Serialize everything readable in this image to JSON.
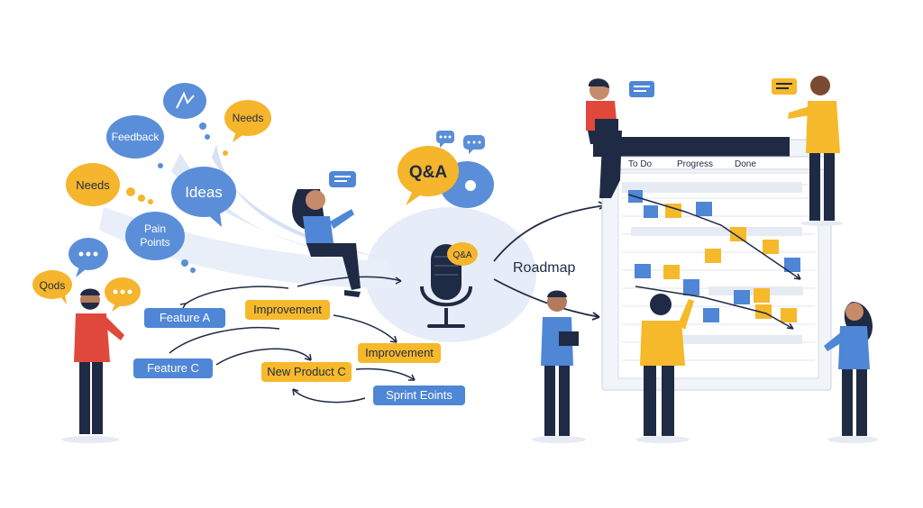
{
  "bubbles": {
    "feedback": "Feedback",
    "needs_top": "Needs",
    "needs_left": "Needs",
    "ideas": "Ideas",
    "pain_points_line1": "Pain",
    "pain_points_line2": "Points",
    "qods": "Qods",
    "qa_large": "Q&A",
    "qa_mic": "Q&A"
  },
  "tags": {
    "feature_a": "Feature A",
    "improvement_1": "Improvement",
    "feature_c": "Feature C",
    "improvement_2": "Improvement",
    "new_product_c": "New Product C",
    "sprint_points": "Sprint Eoints"
  },
  "roadmap_label": "Roadmap",
  "board": {
    "columns": [
      "To Do",
      "Progress",
      "Done"
    ]
  },
  "colors": {
    "blue_tag": "#4f86d6",
    "yellow_tag": "#f6b92b",
    "bubble_blue": "#5b8ed8",
    "bubble_yellow": "#f5b52c",
    "dark": "#1f2a44",
    "glow": "#e3ebf7"
  }
}
